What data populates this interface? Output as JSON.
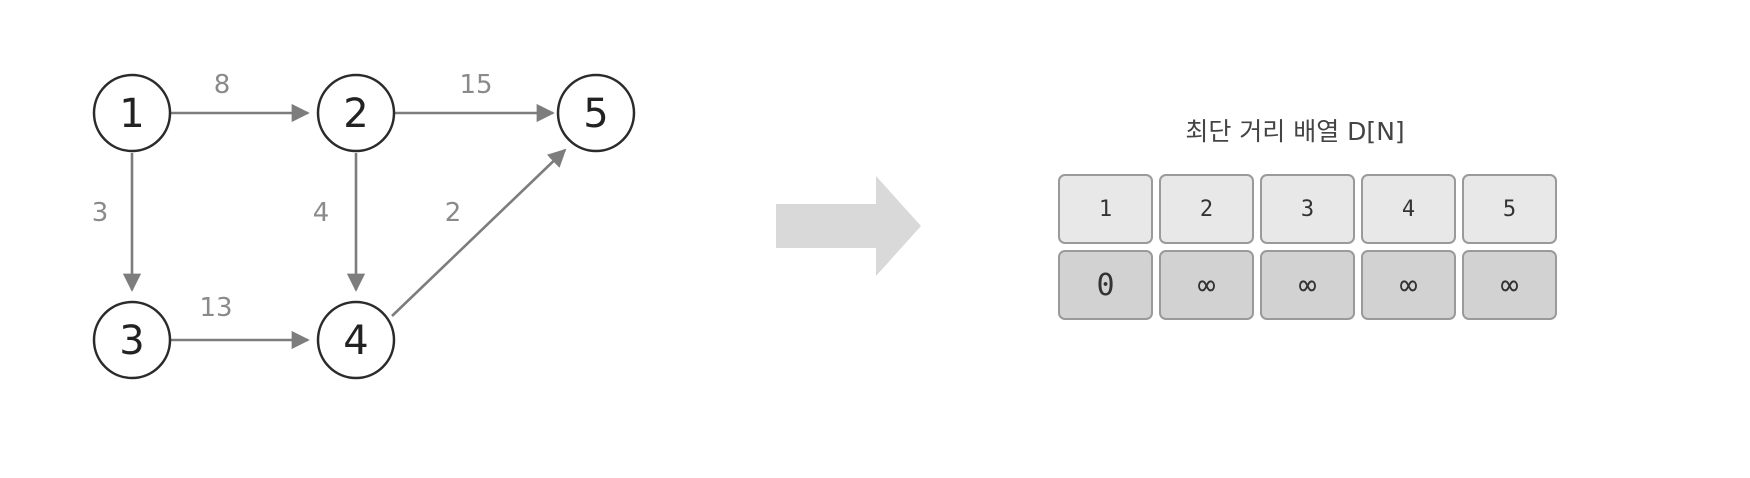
{
  "graph": {
    "nodes": [
      {
        "id": "1",
        "label": "1"
      },
      {
        "id": "2",
        "label": "2"
      },
      {
        "id": "3",
        "label": "3"
      },
      {
        "id": "4",
        "label": "4"
      },
      {
        "id": "5",
        "label": "5"
      }
    ],
    "edges": [
      {
        "from": "1",
        "to": "2",
        "weight": "8"
      },
      {
        "from": "2",
        "to": "5",
        "weight": "15"
      },
      {
        "from": "1",
        "to": "3",
        "weight": "3"
      },
      {
        "from": "2",
        "to": "4",
        "weight": "4"
      },
      {
        "from": "4",
        "to": "5",
        "weight": "2"
      },
      {
        "from": "3",
        "to": "4",
        "weight": "13"
      }
    ]
  },
  "table": {
    "title": "최단 거리 배열 D[N]",
    "indices": [
      "1",
      "2",
      "3",
      "4",
      "5"
    ],
    "distances": [
      "0",
      "∞",
      "∞",
      "∞",
      "∞"
    ]
  }
}
